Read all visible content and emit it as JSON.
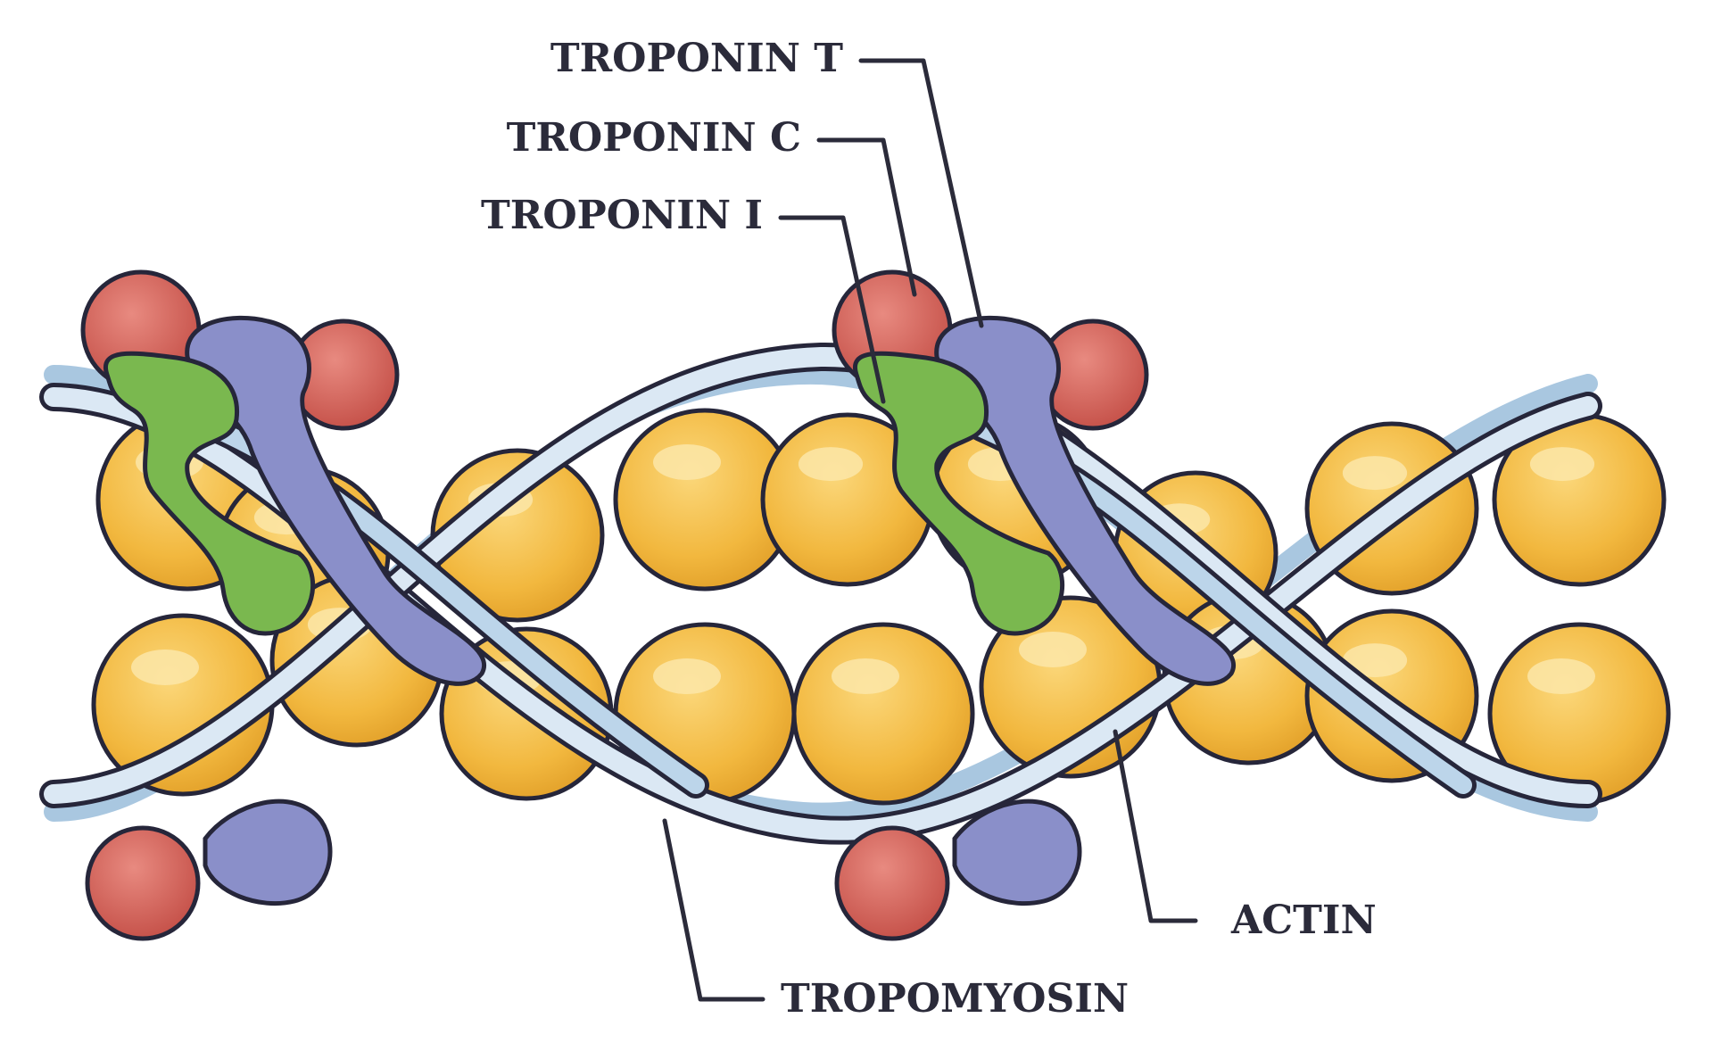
{
  "diagram": {
    "labels": {
      "troponin_t": "TROPONIN T",
      "troponin_c": "TROPONIN C",
      "troponin_i": "TROPONIN I",
      "actin": "ACTIN",
      "tropomyosin": "TROPOMYOSIN"
    },
    "colors": {
      "actin": "#f2b83f",
      "actin_highlight": "#fbe6a8",
      "tropomyosin": "#a9c7e0",
      "tropomyosin_light": "#dbe8f4",
      "troponin_t": "#8a8fc9",
      "troponin_c": "#d4625a",
      "troponin_i": "#7ab84f",
      "outline": "#26263a"
    }
  }
}
